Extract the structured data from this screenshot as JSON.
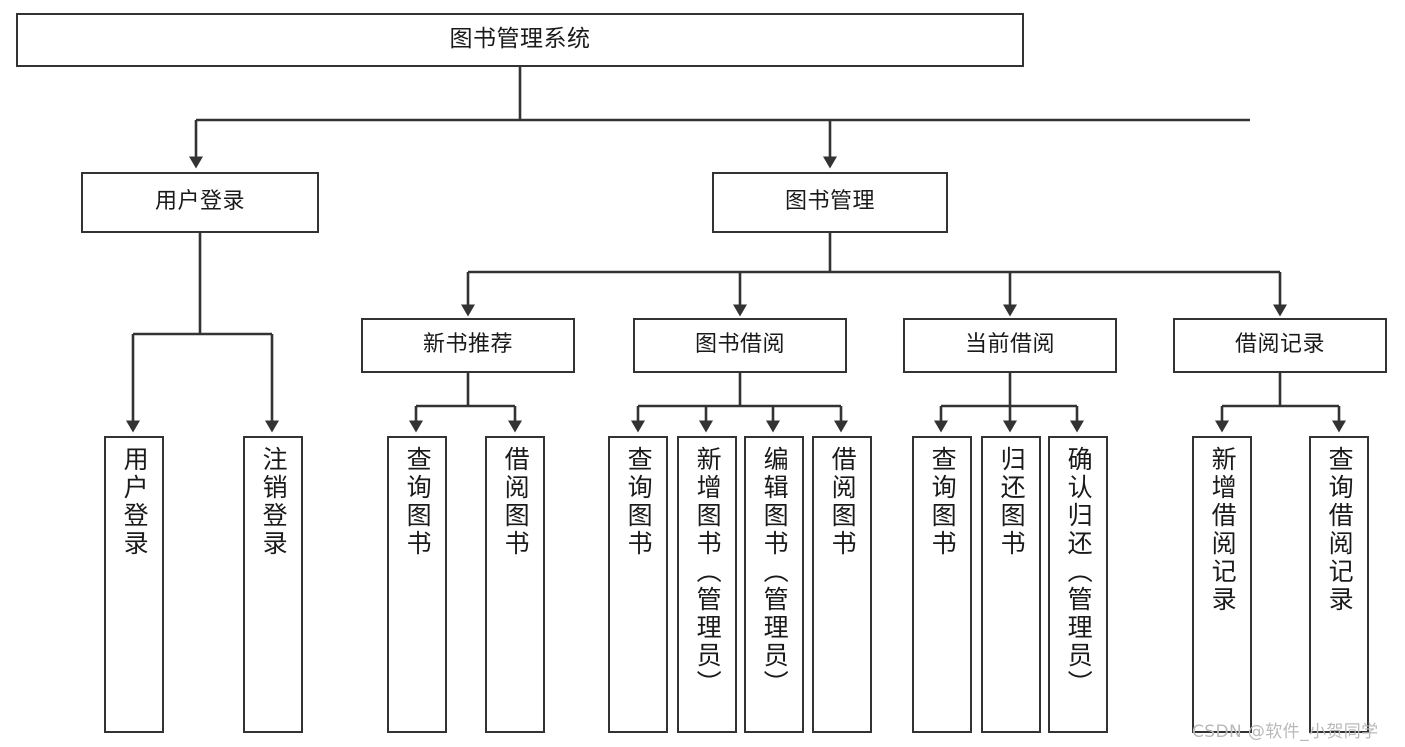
{
  "diagram": {
    "title": "图书管理系统",
    "type": "tree",
    "background_color": "#ffffff",
    "line_color": "#333333",
    "box_border_color": "#333333",
    "box_fill_color": "#ffffff",
    "text_color": "#1a1a1a"
  },
  "nodes": {
    "root": {
      "label": "图书管理系统",
      "level": 0
    },
    "l1": [
      {
        "id": "user_login",
        "label": "用户登录",
        "level": 1
      },
      {
        "id": "book_mgmt",
        "label": "图书管理",
        "level": 1
      }
    ],
    "l2": [
      {
        "id": "new_book_rec",
        "label": "新书推荐",
        "level": 2,
        "parent": "book_mgmt"
      },
      {
        "id": "book_borrow",
        "label": "图书借阅",
        "level": 2,
        "parent": "book_mgmt"
      },
      {
        "id": "current_borrow",
        "label": "当前借阅",
        "level": 2,
        "parent": "book_mgmt"
      },
      {
        "id": "borrow_record",
        "label": "借阅记录",
        "level": 2,
        "parent": "book_mgmt"
      }
    ],
    "leaves": [
      {
        "id": "leaf_user_login",
        "label": "用户登录",
        "parent": "user_login"
      },
      {
        "id": "leaf_logout",
        "label": "注销登录",
        "parent": "user_login"
      },
      {
        "id": "leaf_query_book_1",
        "label": "查询图书",
        "parent": "new_book_rec"
      },
      {
        "id": "leaf_borrow_book_1",
        "label": "借阅图书",
        "parent": "new_book_rec"
      },
      {
        "id": "leaf_query_book_2",
        "label": "查询图书",
        "parent": "book_borrow"
      },
      {
        "id": "leaf_add_book",
        "label": "新增图书（管理员）",
        "parent": "book_borrow"
      },
      {
        "id": "leaf_edit_book",
        "label": "编辑图书（管理员）",
        "parent": "book_borrow"
      },
      {
        "id": "leaf_borrow_book_2",
        "label": "借阅图书",
        "parent": "book_borrow"
      },
      {
        "id": "leaf_query_book_3",
        "label": "查询图书",
        "parent": "current_borrow"
      },
      {
        "id": "leaf_return_book",
        "label": "归还图书",
        "parent": "current_borrow"
      },
      {
        "id": "leaf_confirm_return",
        "label": "确认归还（管理员）",
        "parent": "current_borrow"
      },
      {
        "id": "leaf_add_record",
        "label": "新增借阅记录",
        "parent": "borrow_record"
      },
      {
        "id": "leaf_query_record",
        "label": "查询借阅记录",
        "parent": "borrow_record"
      }
    ]
  },
  "watermark": {
    "text": "CSDN @软件_小贺同学",
    "color": "#b9b9b9"
  }
}
